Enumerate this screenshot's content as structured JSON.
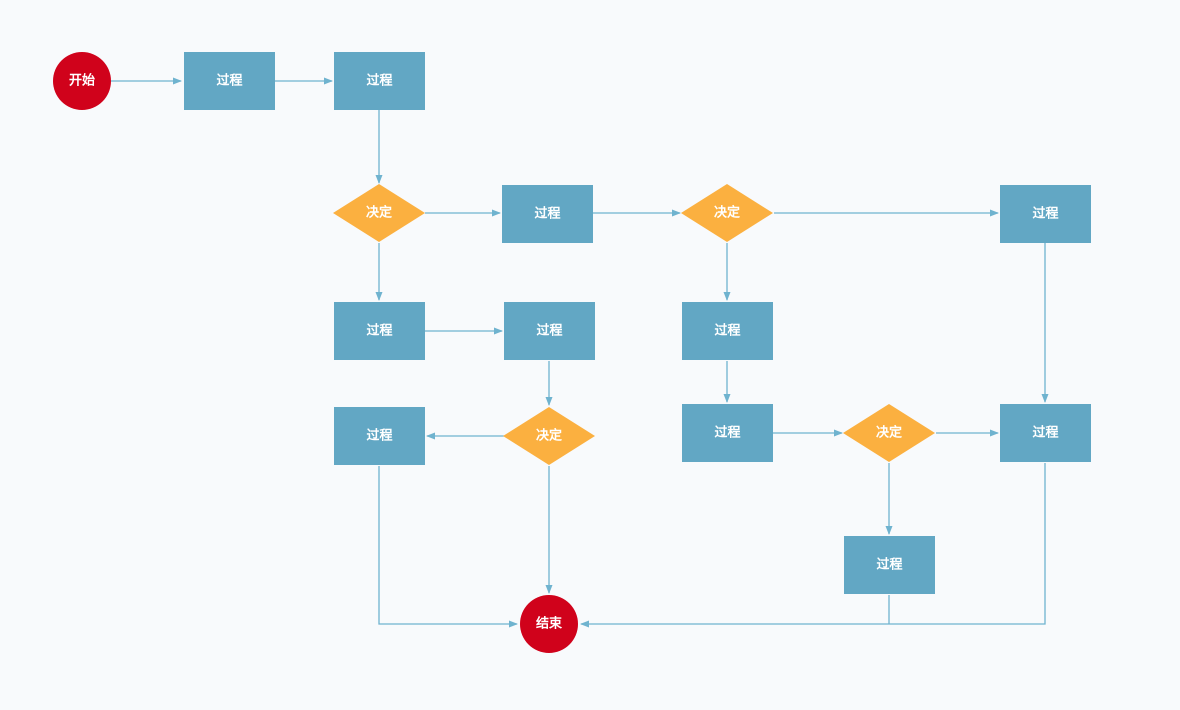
{
  "colors": {
    "background": "#f8fafc",
    "process": "#62a7c4",
    "decision": "#fbb040",
    "terminal": "#d0021b",
    "connector": "#6fb3cf"
  },
  "nodes": {
    "start": {
      "type": "terminal",
      "label": "开始"
    },
    "p1": {
      "type": "process",
      "label": "过程"
    },
    "p2": {
      "type": "process",
      "label": "过程"
    },
    "d1": {
      "type": "decision",
      "label": "决定"
    },
    "p3": {
      "type": "process",
      "label": "过程"
    },
    "d2": {
      "type": "decision",
      "label": "决定"
    },
    "p4": {
      "type": "process",
      "label": "过程"
    },
    "p5": {
      "type": "process",
      "label": "过程"
    },
    "p6": {
      "type": "process",
      "label": "过程"
    },
    "d3": {
      "type": "decision",
      "label": "决定"
    },
    "p7": {
      "type": "process",
      "label": "过程"
    },
    "p8": {
      "type": "process",
      "label": "过程"
    },
    "p9": {
      "type": "process",
      "label": "过程"
    },
    "d4": {
      "type": "decision",
      "label": "决定"
    },
    "p10": {
      "type": "process",
      "label": "过程"
    },
    "p11": {
      "type": "process",
      "label": "过程"
    },
    "end": {
      "type": "terminal",
      "label": "结束"
    }
  },
  "edges": [
    {
      "from": "start",
      "to": "p1"
    },
    {
      "from": "p1",
      "to": "p2"
    },
    {
      "from": "p2",
      "to": "d1"
    },
    {
      "from": "d1",
      "to": "p3"
    },
    {
      "from": "p3",
      "to": "d2"
    },
    {
      "from": "d2",
      "to": "p4"
    },
    {
      "from": "d1",
      "to": "p5"
    },
    {
      "from": "p5",
      "to": "p6"
    },
    {
      "from": "p6",
      "to": "d3"
    },
    {
      "from": "d3",
      "to": "p7"
    },
    {
      "from": "d3",
      "to": "end"
    },
    {
      "from": "p7",
      "to": "end"
    },
    {
      "from": "d2",
      "to": "p8"
    },
    {
      "from": "p8",
      "to": "p9"
    },
    {
      "from": "p9",
      "to": "d4"
    },
    {
      "from": "d4",
      "to": "p10"
    },
    {
      "from": "p4",
      "to": "p10"
    },
    {
      "from": "d4",
      "to": "p11"
    },
    {
      "from": "p11",
      "to": "end"
    },
    {
      "from": "p10",
      "to": "end"
    }
  ]
}
